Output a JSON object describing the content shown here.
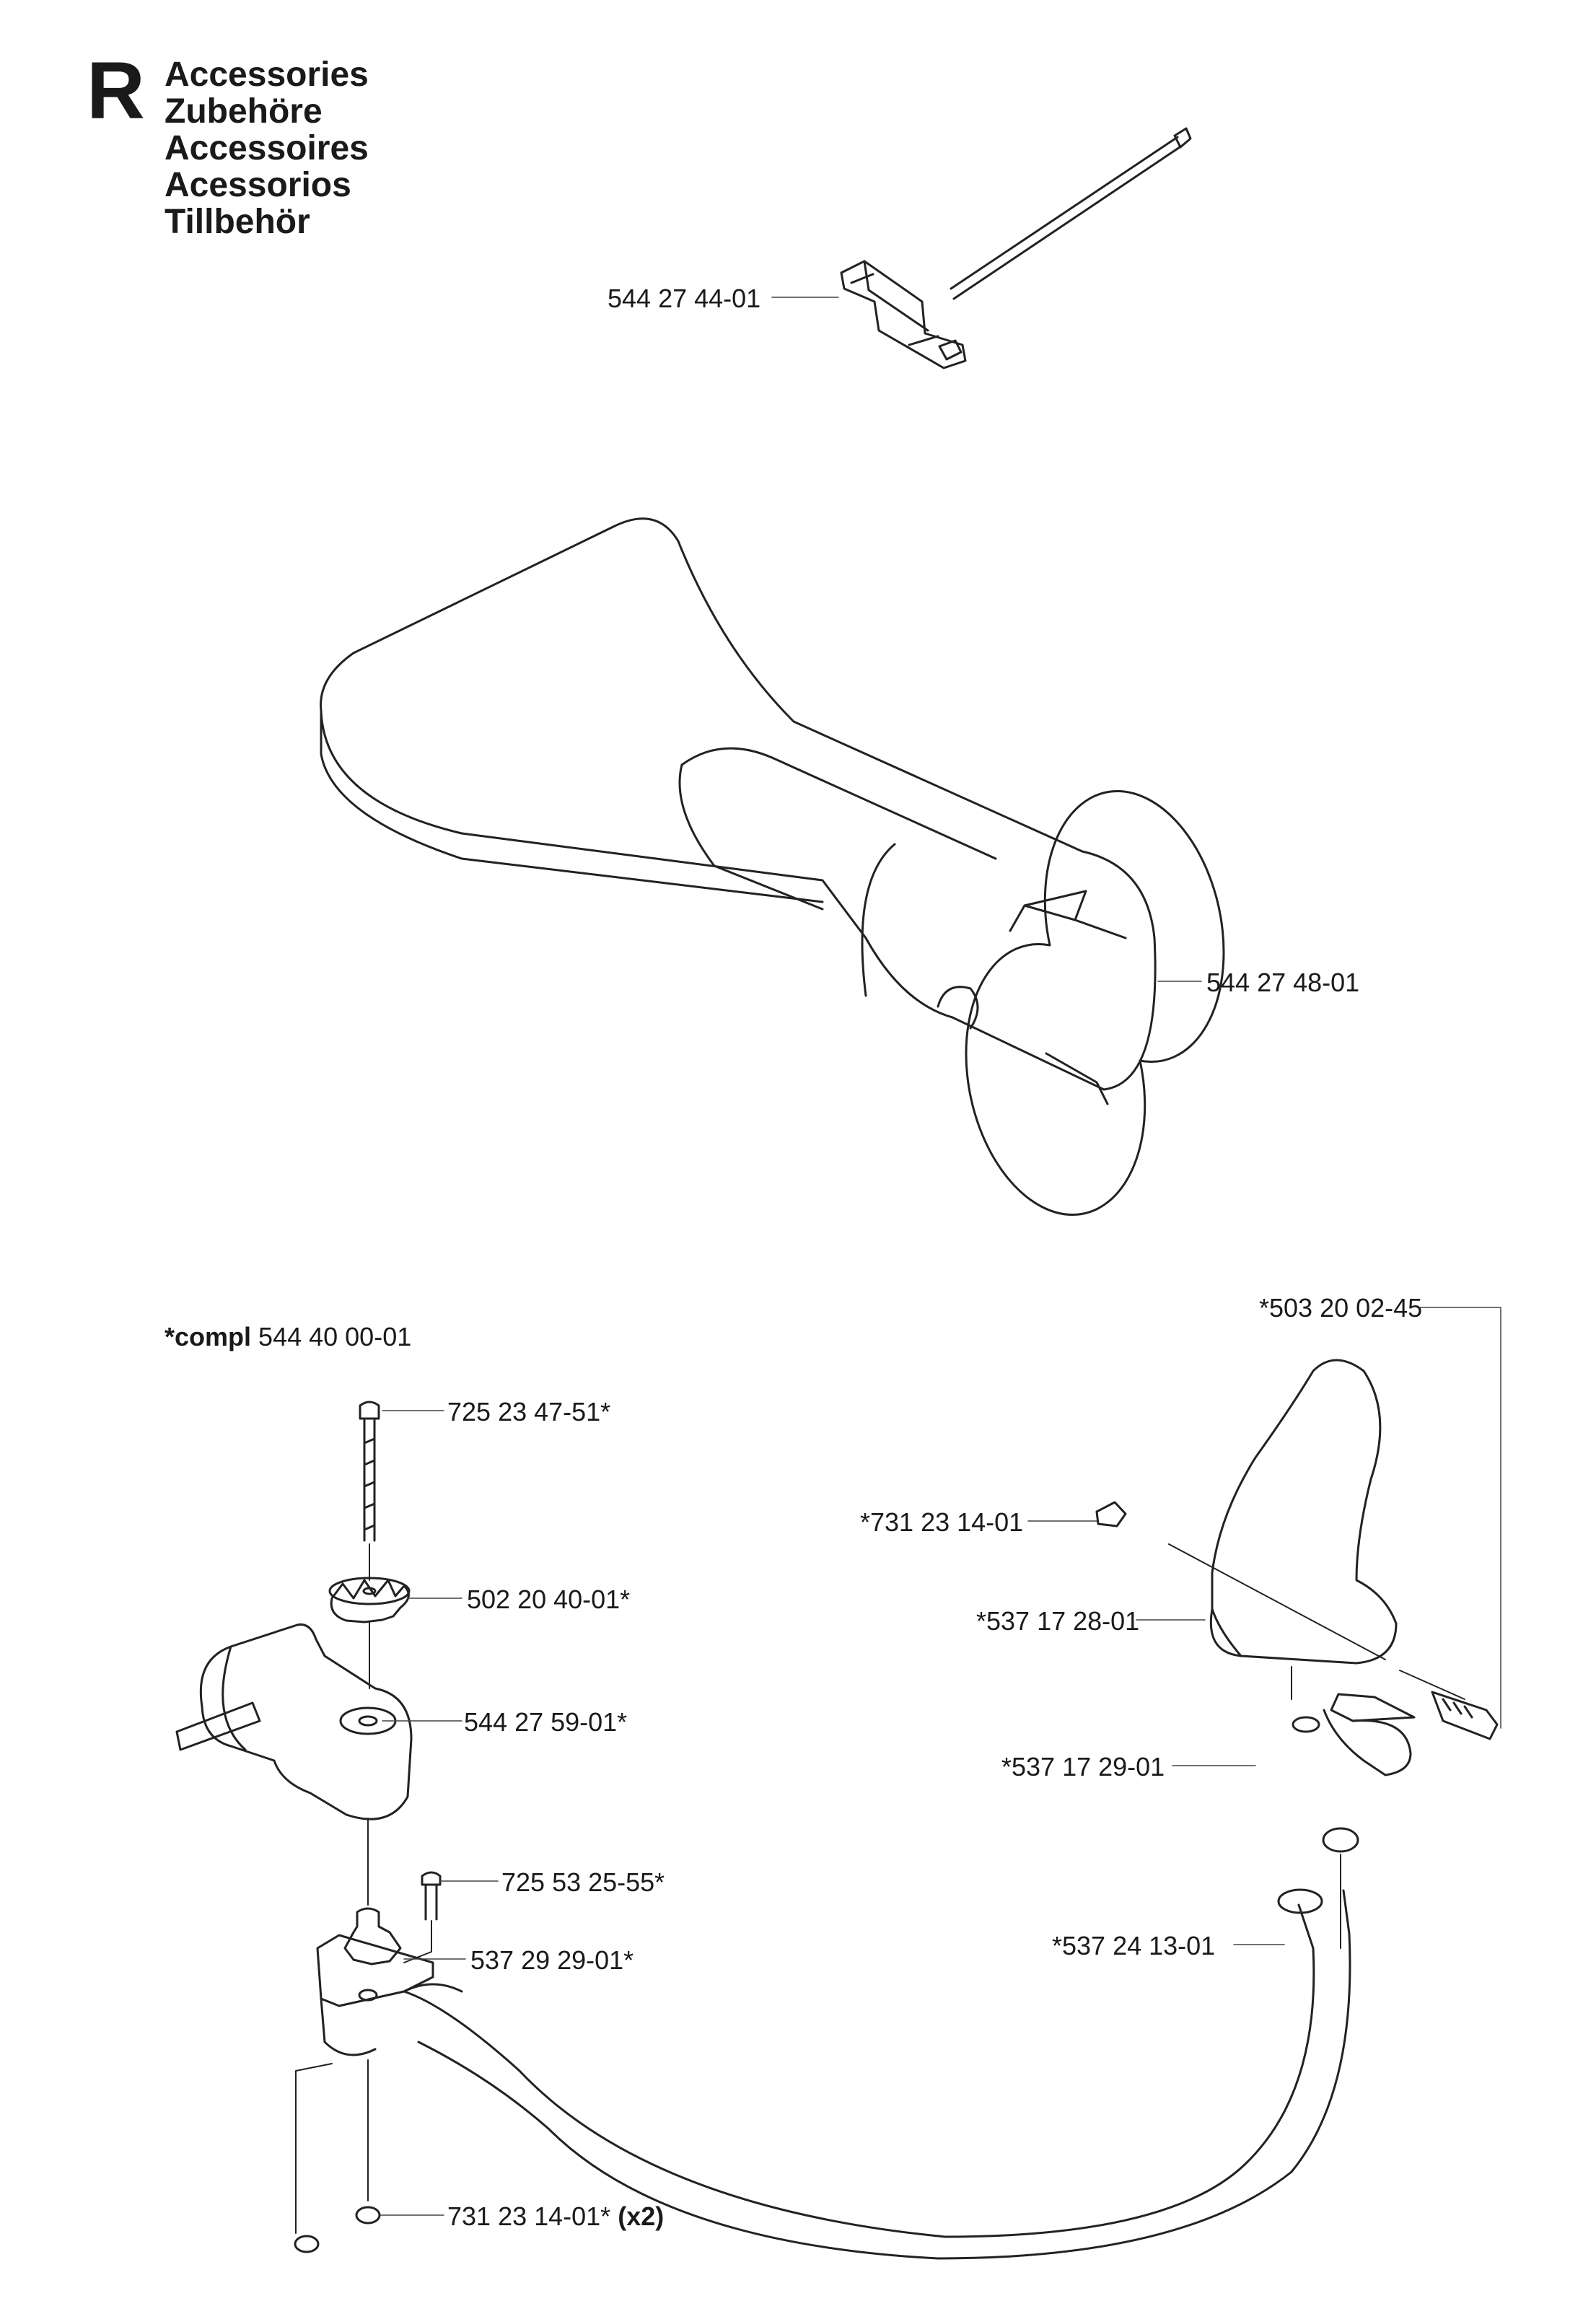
{
  "section": {
    "letter": "R",
    "titles": [
      "Accessories",
      "Zubehöre",
      "Accessoires",
      "Acessorios",
      "Tillbehör"
    ]
  },
  "parts": {
    "wrench": "544 27 44-01",
    "nozzle": "544 27 48-01",
    "knob": "*503 20 02-45",
    "handle_nut": "*731 23 14-01",
    "handle": "*537 17 28-01",
    "handle_bracket": "*537 17 29-01",
    "loop_tube": "*537 24 13-01",
    "bolt": "725 23 47-51*",
    "washer": "502 20 40-01*",
    "clamp": "544 27 59-01*",
    "screw": "725 53 25-55*",
    "mount": "537 29 29-01*",
    "nut": "731 23 14-01*",
    "nut_qty": "(x2)"
  },
  "kit": {
    "prefix": "*compl",
    "number": "544 40 00-01"
  }
}
